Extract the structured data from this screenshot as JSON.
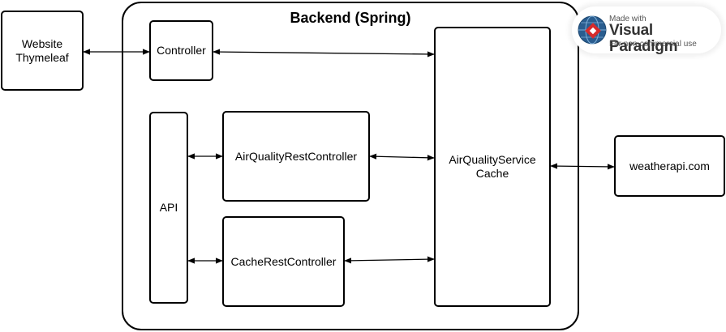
{
  "container": {
    "title": "Backend (Spring)"
  },
  "nodes": {
    "website": "Website\nThymeleaf",
    "controller": "Controller",
    "api": "API",
    "air_quality_rest_controller": "AirQualityRestController",
    "cache_rest_controller": "CacheRestController",
    "air_quality_service": "AirQualityService\nCache",
    "weather_api": "weatherapi.com"
  },
  "watermark": {
    "line1": "Made with",
    "brand": "Visual Paradigm",
    "line2": "For non-commercial use",
    "icon": "visual-paradigm-logo-icon"
  }
}
